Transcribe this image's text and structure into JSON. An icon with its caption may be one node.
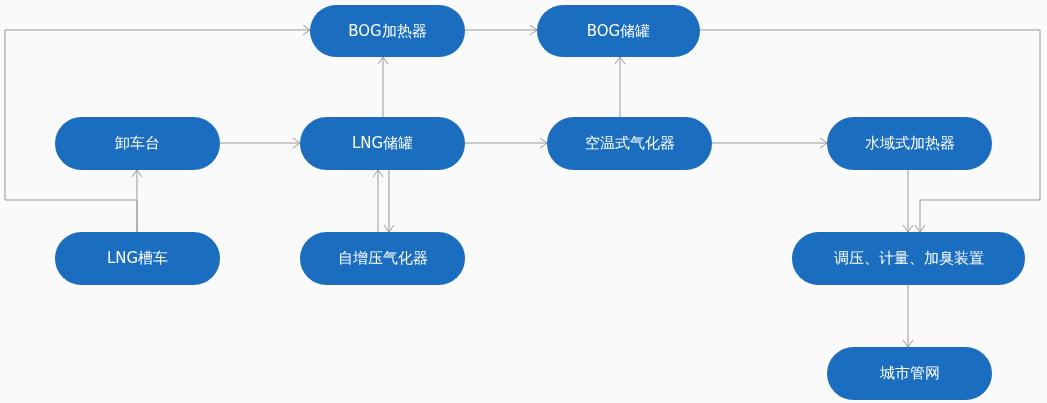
{
  "diagram": {
    "nodes": [
      {
        "text": [
          "BOG加热器"
        ]
      },
      {
        "text": [
          "BOG储罐"
        ]
      },
      {
        "text": [
          "卸车台"
        ]
      },
      {
        "text": [
          "LNG储罐"
        ]
      },
      {
        "text": [
          "空温式气化器"
        ]
      },
      {
        "text": [
          "水域式加热器"
        ]
      },
      {
        "text": [
          "LNG槽车"
        ]
      },
      {
        "text": [
          "自增压气化器"
        ]
      },
      {
        "text": [
          "调压、计量、加臭装置"
        ]
      },
      {
        "text": [
          "城市管网"
        ]
      }
    ],
    "edges": [
      {
        "from": 6,
        "to": 2,
        "arrow": "to"
      },
      {
        "from": 6,
        "to": 0,
        "arrow": "to"
      },
      {
        "from": 2,
        "to": 3,
        "arrow": "to"
      },
      {
        "from": 3,
        "to": 0,
        "arrow": "to"
      },
      {
        "from": 3,
        "to": 4,
        "arrow": "to"
      },
      {
        "from": 0,
        "to": 1,
        "arrow": "to"
      },
      {
        "from": 4,
        "to": 1,
        "arrow": "to"
      },
      {
        "from": 4,
        "to": 5,
        "arrow": "to"
      },
      {
        "from": 1,
        "to": 8,
        "arrow": "to"
      },
      {
        "from": 5,
        "to": 8,
        "arrow": "to"
      },
      {
        "from": 7,
        "to": 3,
        "arrow": "to"
      },
      {
        "from": 3,
        "to": 7,
        "arrow": "to"
      },
      {
        "from": 8,
        "to": 9,
        "arrow": "to"
      }
    ]
  }
}
